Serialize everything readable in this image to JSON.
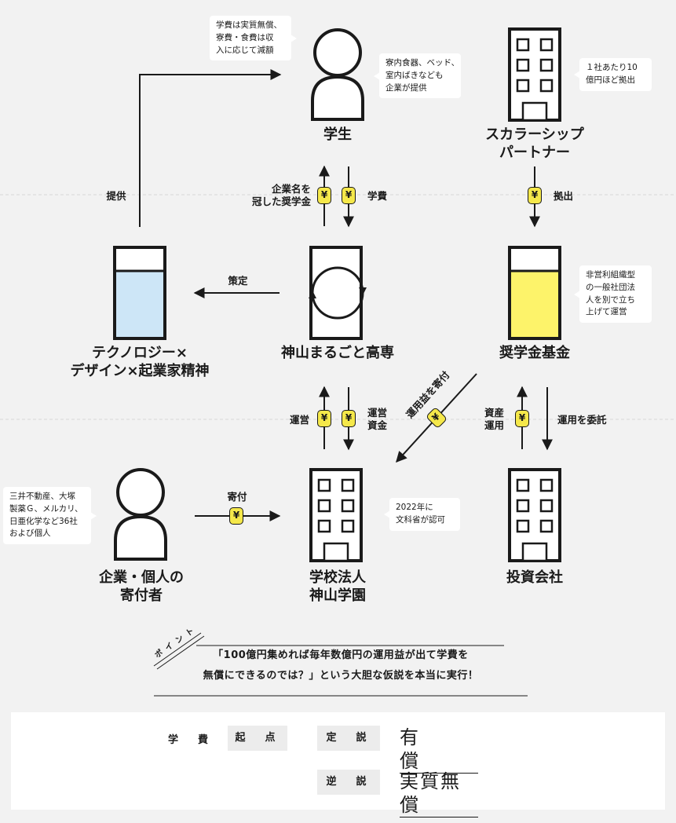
{
  "nodes": {
    "student": "学生",
    "scholarship_partner": [
      "スカラーシップ",
      "パートナー"
    ],
    "kosen": "神山まるごと高専",
    "curriculum": [
      "テクノロジー×",
      "デザイン×起業家精神"
    ],
    "fund": "奨学金基金",
    "donors": [
      "企業・個人の",
      "寄付者"
    ],
    "school_corp": [
      "学校法人",
      "神山学園"
    ],
    "investment": "投資会社"
  },
  "bubbles": {
    "tuition_note": [
      "学費は実質無償、",
      "寮費・食費は収",
      "入に応じて減額"
    ],
    "furniture_note": [
      "寮内食器、ベッド、",
      "室内ばきなども",
      "企業が提供"
    ],
    "partner_note": [
      "１社あたり10",
      "億円ほど拠出"
    ],
    "fund_note": [
      "非営利組織型",
      "の一般社団法",
      "人を別で立ち",
      "上げて運営"
    ],
    "donor_note": [
      "三井不動産、大塚",
      "製薬Ｇ、メルカリ、",
      "日亜化学など36社",
      "および個人"
    ],
    "approval_note": [
      "2022年に",
      "文科省が認可"
    ]
  },
  "flows": {
    "provide": "提供",
    "named_scholarship": [
      "企業名を",
      "冠した奨学金"
    ],
    "tuition": "学費",
    "contribute": "拠出",
    "formulate": "策定",
    "donate_returns": "運用益を寄付",
    "operation": "運営",
    "operating_funds": [
      "運営",
      "資金"
    ],
    "asset_management": [
      "資産",
      "運用"
    ],
    "entrust_management": "運用を委託",
    "donation": "寄付"
  },
  "yen_symbol": "¥",
  "point": {
    "tag": "ポイント",
    "lines": [
      "「100億円集めれば毎年数億円の運用益が出て学費を",
      "無償にできるのでは？」という大胆な仮説を本当に実行！"
    ]
  },
  "comparison": {
    "subject": "学　費",
    "origin": "起　点",
    "established": "定　説",
    "reverse": "逆　説",
    "paid": "有　　償",
    "free": "実質無償"
  },
  "colors": {
    "blue_fill": "#cde6f7",
    "yellow_fill": "#fdf36a",
    "yen_coin": "#f5e84a"
  }
}
